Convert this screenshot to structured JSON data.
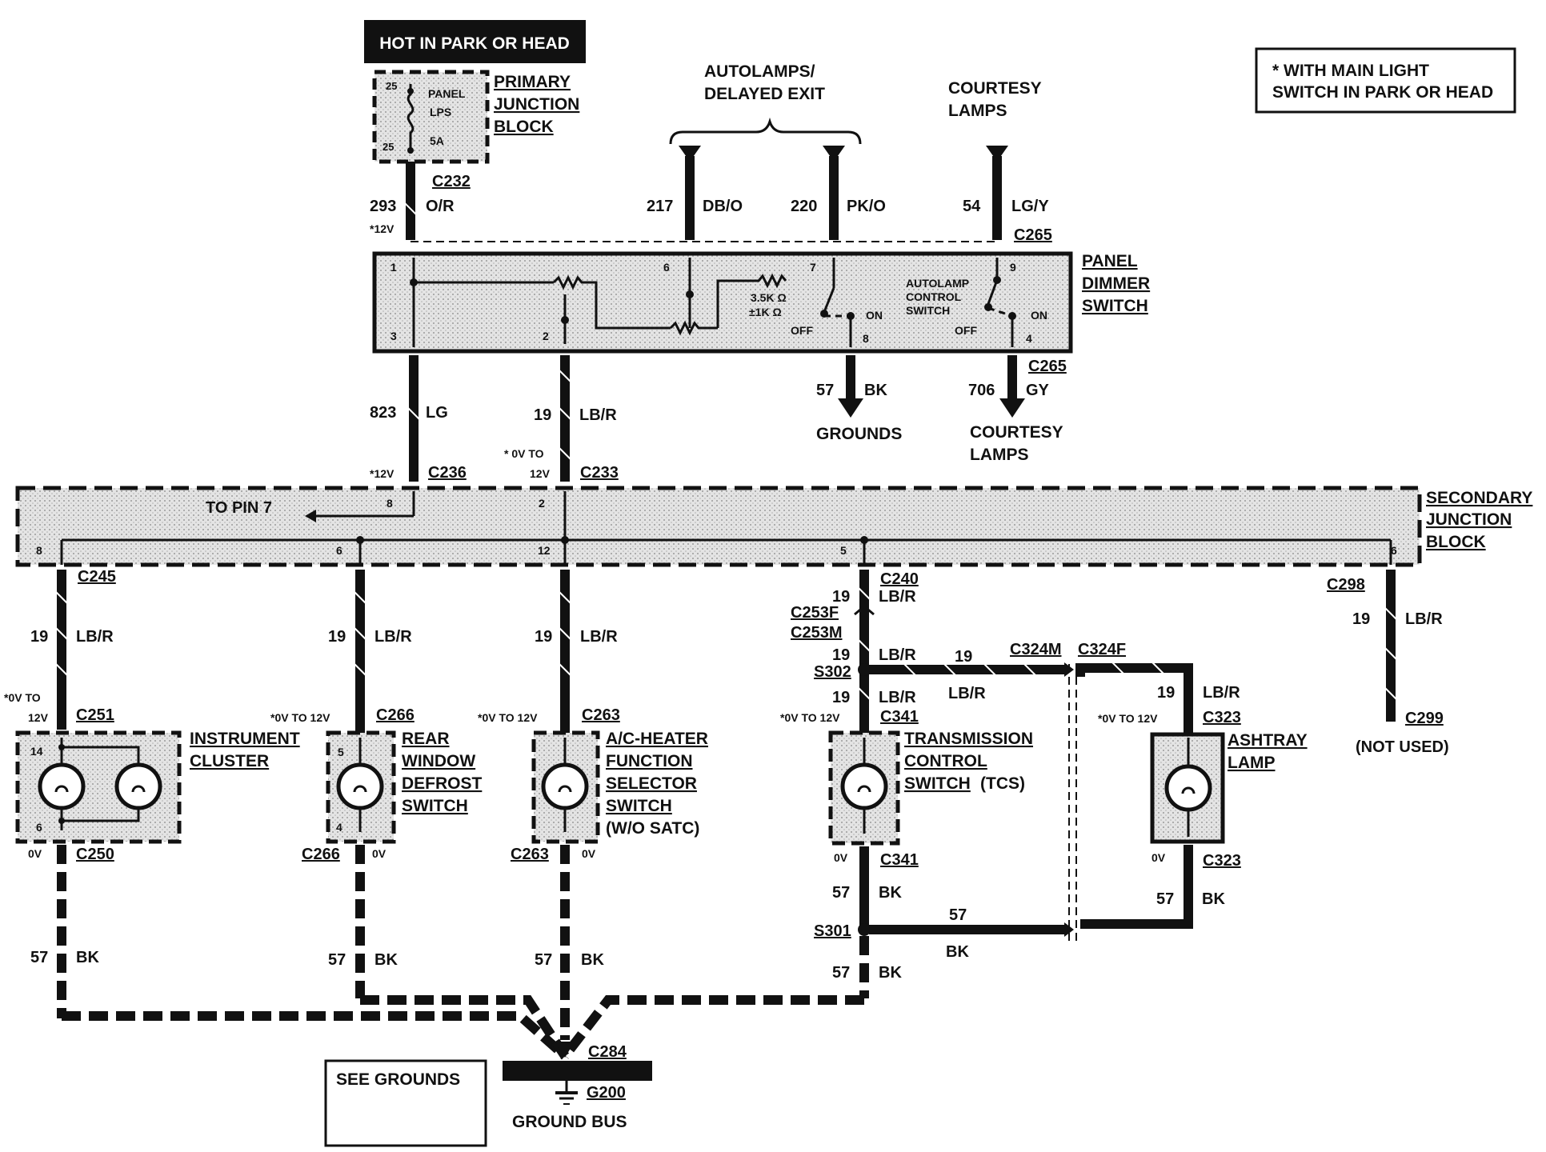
{
  "colors": {
    "ink": "#111111",
    "shade": "#d9d9d9",
    "paper": "#ffffff"
  },
  "header": {
    "hot_label": "HOT IN PARK OR HEAD"
  },
  "note": {
    "line1": "* WITH MAIN LIGHT",
    "line2": "SWITCH IN PARK OR HEAD"
  },
  "primary_jb": {
    "line1": "PRIMARY",
    "line2": "JUNCTION",
    "line3": "BLOCK",
    "fuse_label1": "PANEL",
    "fuse_label2": "LPS",
    "fuse_rating": "5A",
    "pin_top": "25",
    "pin_bottom": "25"
  },
  "autolamps": {
    "line1": "AUTOLAMPS/",
    "line2": "DELAYED EXIT"
  },
  "courtesy_top": {
    "line1": "COURTESY",
    "line2": "LAMPS"
  },
  "wires_top": {
    "w293_num": "293",
    "w293_color": "O/R",
    "w293_volt": "*12V",
    "c232": "C232",
    "w217_num": "217",
    "w217_color": "DB/O",
    "w220_num": "220",
    "w220_color": "PK/O",
    "w54_num": "54",
    "w54_color": "LG/Y",
    "c265_top": "C265"
  },
  "dimmer": {
    "line1": "PANEL",
    "line2": "DIMMER",
    "line3": "SWITCH",
    "pins": {
      "p1": "1",
      "p3": "3",
      "p2": "2",
      "p6": "6",
      "p7": "7",
      "p8": "8",
      "p9": "9",
      "p4": "4"
    },
    "resistor_label1": "3.5K Ω",
    "resistor_label2": "±1K Ω",
    "off1": "OFF",
    "on1": "ON",
    "off2": "OFF",
    "on2": "ON",
    "autolamp1": "AUTOLAMP",
    "autolamp2": "CONTROL",
    "autolamp3": "SWITCH"
  },
  "wires_mid": {
    "w823_num": "823",
    "w823_color": "LG",
    "w823_volt": "*12V",
    "c236": "C236",
    "w19_num": "19",
    "w19_color": "LB/R",
    "w19_volt1": "* 0V TO",
    "w19_volt2": "12V",
    "c233": "C233",
    "w57_num": "57",
    "w57_color": "BK",
    "grounds": "GROUNDS",
    "w706_num": "706",
    "w706_color": "GY",
    "c265_bot": "C265",
    "courtesy1": "COURTESY",
    "courtesy2": "LAMPS"
  },
  "secondary_jb": {
    "line1": "SECONDARY",
    "line2": "JUNCTION",
    "line3": "BLOCK",
    "to_pin": "TO PIN 7",
    "pin8_top": "8",
    "pin2_top": "2",
    "pin8": "8",
    "pin6a": "6",
    "pin12": "12",
    "pin5": "5",
    "pin6b": "6"
  },
  "branch_ic": {
    "c245": "C245",
    "num": "19",
    "color": "LB/R",
    "volt1": "*0V TO",
    "volt2": "12V",
    "c251": "C251",
    "label1": "INSTRUMENT",
    "label2": "CLUSTER",
    "pin14": "14",
    "pin6": "6",
    "zero": "0V",
    "c250": "C250",
    "gnum": "57",
    "gcolor": "BK"
  },
  "branch_rw": {
    "num": "19",
    "color": "LB/R",
    "volt": "*0V TO 12V",
    "c266a": "C266",
    "label1": "REAR",
    "label2": "WINDOW",
    "label3": "DEFROST",
    "label4": "SWITCH",
    "pin5": "5",
    "pin4": "4",
    "c266b": "C266",
    "zero": "0V",
    "gnum": "57",
    "gcolor": "BK"
  },
  "branch_ac": {
    "num": "19",
    "color": "LB/R",
    "volt": "*0V TO 12V",
    "c263a": "C263",
    "label1": "A/C-HEATER",
    "label2": "FUNCTION",
    "label3": "SELECTOR",
    "label4": "SWITCH",
    "label5": "(W/O SATC)",
    "c263b": "C263",
    "zero": "0V",
    "gnum": "57",
    "gcolor": "BK"
  },
  "branch_tcs": {
    "c240": "C240",
    "num1": "19",
    "color1": "LB/R",
    "c253f": "C253F",
    "c253m": "C253M",
    "num2": "19",
    "color2": "LB/R",
    "s302": "S302",
    "num3": "19",
    "color3": "LB/R",
    "volt": "*0V TO 12V",
    "c341a": "C341",
    "label1": "TRANSMISSION",
    "label2": "CONTROL",
    "label3": "SWITCH",
    "label4": "(TCS)",
    "zero": "0V",
    "c341b": "C341",
    "gnum1": "57",
    "gcolor1": "BK",
    "s301": "S301",
    "gnum2": "57",
    "gcolor2": "BK",
    "h_num": "19",
    "h_color": "LB/R",
    "c324m": "C324M",
    "c324f": "C324F",
    "h57_num": "57",
    "h57_color": "BK"
  },
  "branch_ash": {
    "num": "19",
    "color": "LB/R",
    "volt": "*0V TO 12V",
    "c323a": "C323",
    "label1": "ASHTRAY",
    "label2": "LAMP",
    "zero": "0V",
    "c323b": "C323",
    "gnum": "57",
    "gcolor": "BK"
  },
  "branch_nu": {
    "c298": "C298",
    "num": "19",
    "color": "LB/R",
    "c299": "C299",
    "label": "(NOT USED)"
  },
  "ground": {
    "c284": "C284",
    "g200": "G200",
    "bus": "GROUND BUS",
    "see": "SEE GROUNDS"
  }
}
